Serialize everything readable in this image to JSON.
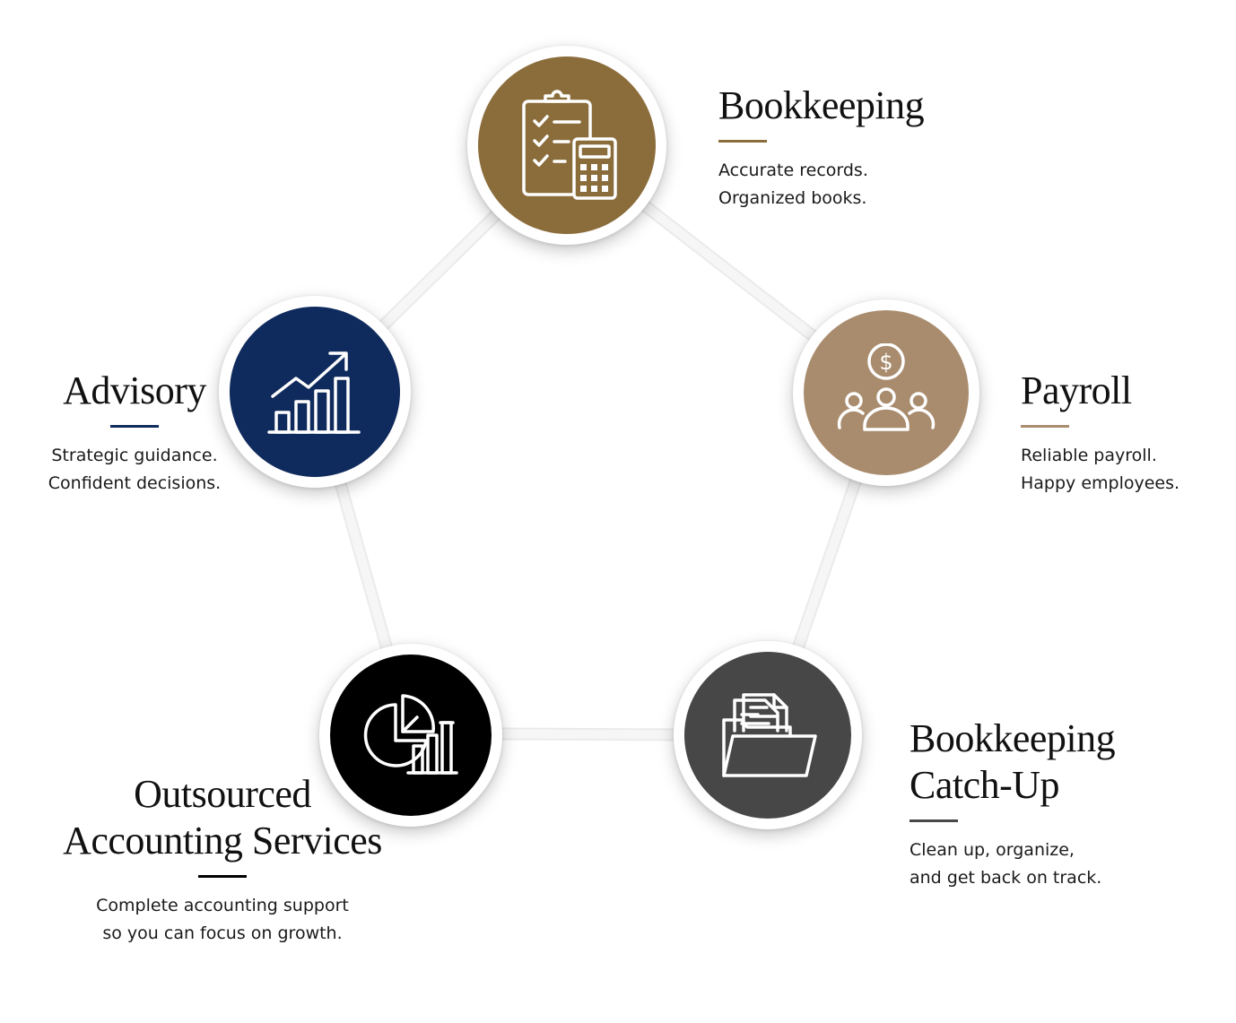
{
  "colors": {
    "bookkeeping": "#8b6d3c",
    "payroll": "#a98c6e",
    "catchup": "#474747",
    "outsourced": "#000000",
    "advisory": "#0f2a5c",
    "icon_stroke": "#ffffff",
    "connector": "#f3f3f3"
  },
  "services": {
    "bookkeeping": {
      "title": "Bookkeeping",
      "line1": "Accurate records.",
      "line2": "Organized books.",
      "icon": "clipboard-calculator-icon"
    },
    "payroll": {
      "title": "Payroll",
      "line1": "Reliable payroll.",
      "line2": "Happy employees.",
      "icon": "dollar-people-icon"
    },
    "catchup": {
      "title1": "Bookkeeping",
      "title2": "Catch-Up",
      "line1": "Clean up, organize,",
      "line2": "and get back on track.",
      "icon": "folder-documents-icon"
    },
    "outsourced": {
      "title1": "Outsourced",
      "title2": "Accounting Services",
      "line1": "Complete accounting support",
      "line2": "so you can focus on growth.",
      "icon": "pie-bar-chart-icon"
    },
    "advisory": {
      "title": "Advisory",
      "line1": "Strategic guidance.",
      "line2": "Confident decisions.",
      "icon": "growth-chart-icon"
    }
  }
}
